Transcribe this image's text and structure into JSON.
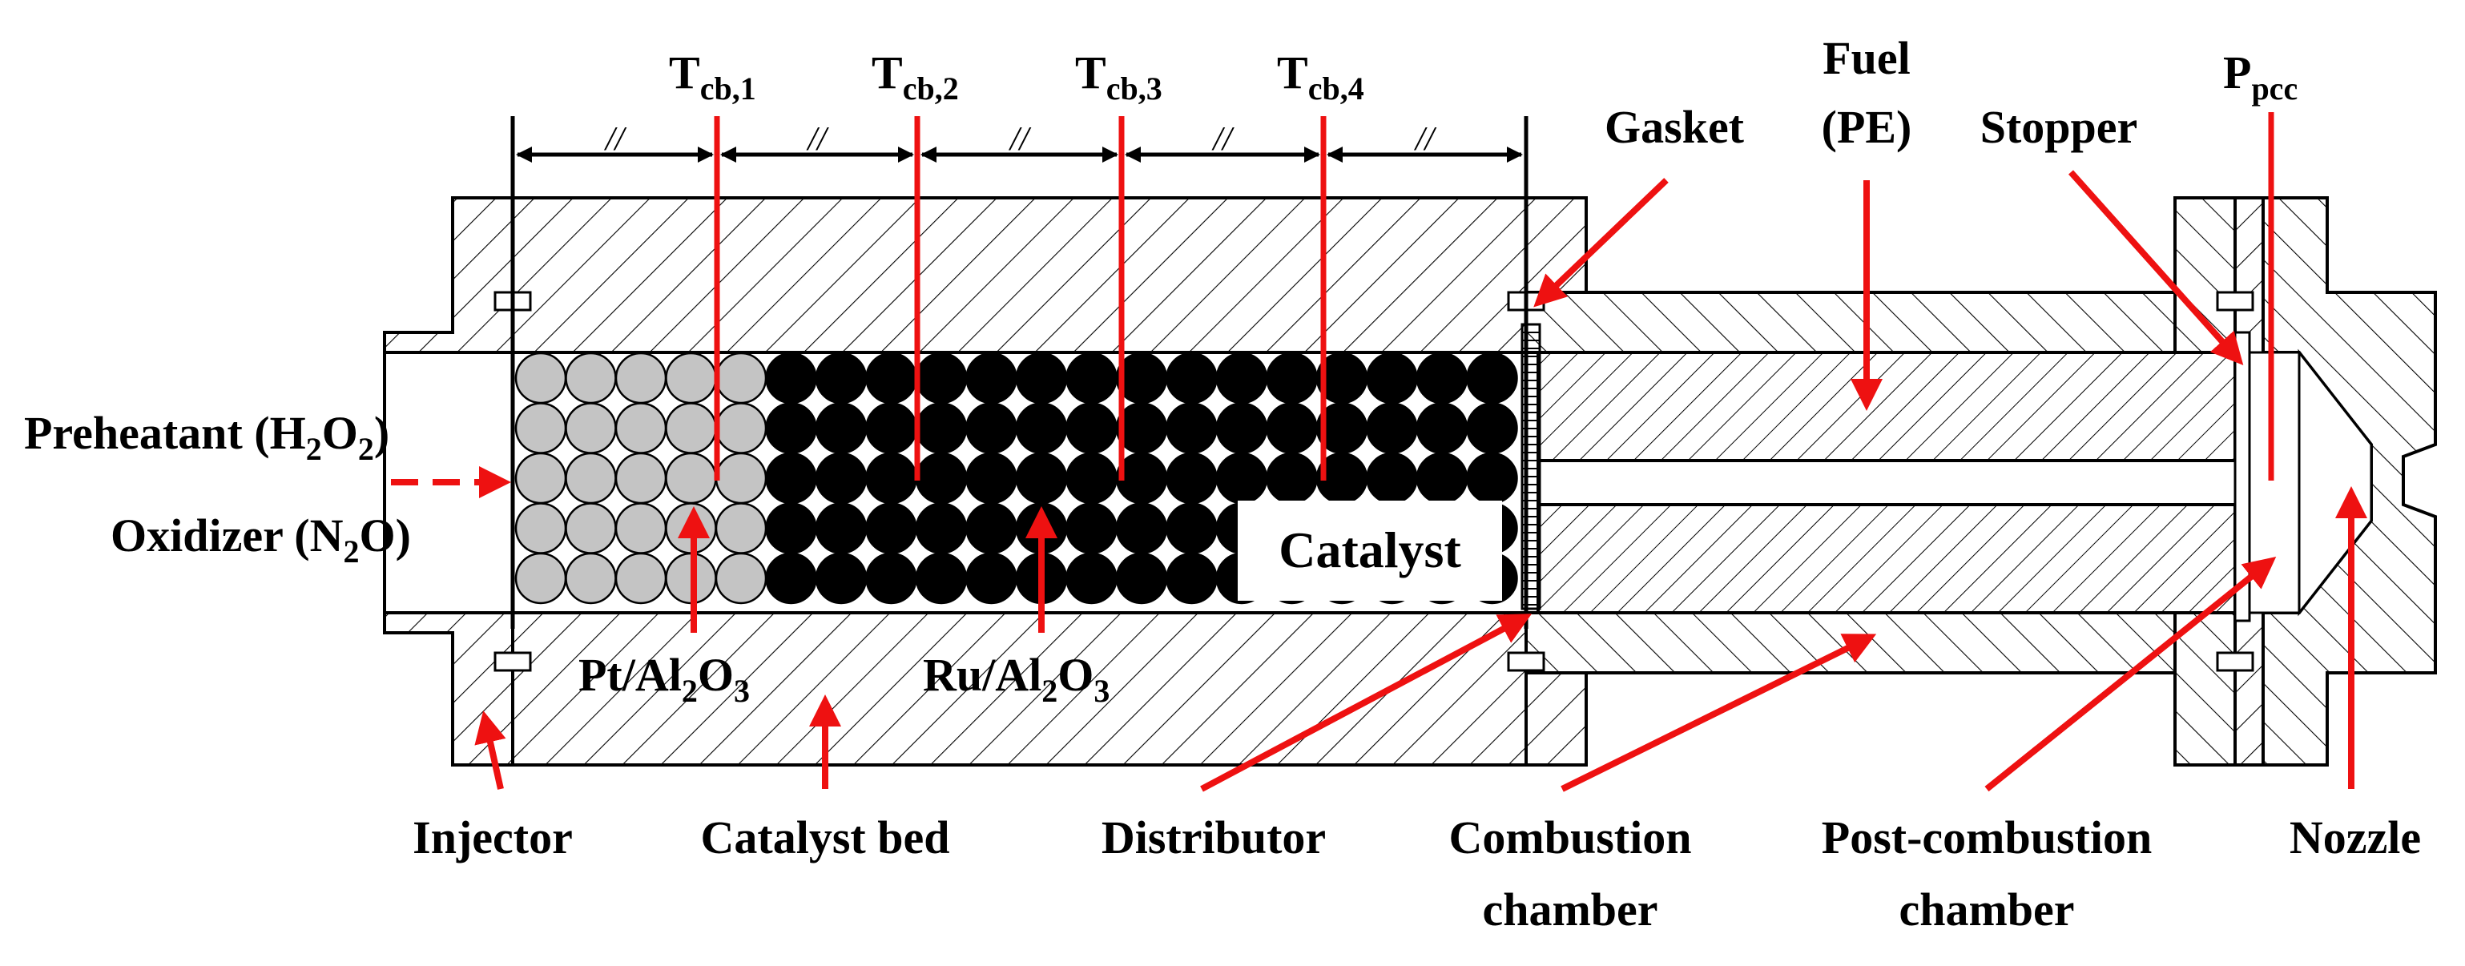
{
  "labels": {
    "tcb1": {
      "main": "T",
      "sub": "cb,1"
    },
    "tcb2": {
      "main": "T",
      "sub": "cb,2"
    },
    "tcb3": {
      "main": "T",
      "sub": "cb,3"
    },
    "tcb4": {
      "main": "T",
      "sub": "cb,4"
    },
    "ppcc": {
      "main": "P",
      "sub": "pcc"
    },
    "gasket": "Gasket",
    "fuel_line1": "Fuel",
    "fuel_line2": "(PE)",
    "stopper": "Stopper",
    "preheatant_a": "Preheatant (H",
    "preheatant_sub": "2",
    "preheatant_b": "O",
    "preheatant_sub2": "2",
    "preheatant_c": ")",
    "oxidizer_a": "Oxidizer (N",
    "oxidizer_sub": "2",
    "oxidizer_b": "O)",
    "pt_a": "Pt/Al",
    "pt_sub1": "2",
    "pt_b": "O",
    "pt_sub2": "3",
    "ru_a": "Ru/Al",
    "ru_sub1": "2",
    "ru_b": "O",
    "ru_sub2": "3",
    "catalyst_box": "Catalyst",
    "injector": "Injector",
    "catalyst_bed": "Catalyst bed",
    "distributor": "Distributor",
    "combustion_line1": "Combustion",
    "combustion_line2": "chamber",
    "post_line1": "Post-combustion",
    "post_line2": "chamber",
    "nozzle": "Nozzle",
    "equal_mark": "//"
  },
  "colors": {
    "annotation": "#ee1111",
    "outline": "#000000",
    "pt_particle": "#c4c4c4",
    "ru_particle": "#000000",
    "background": "#ffffff"
  }
}
